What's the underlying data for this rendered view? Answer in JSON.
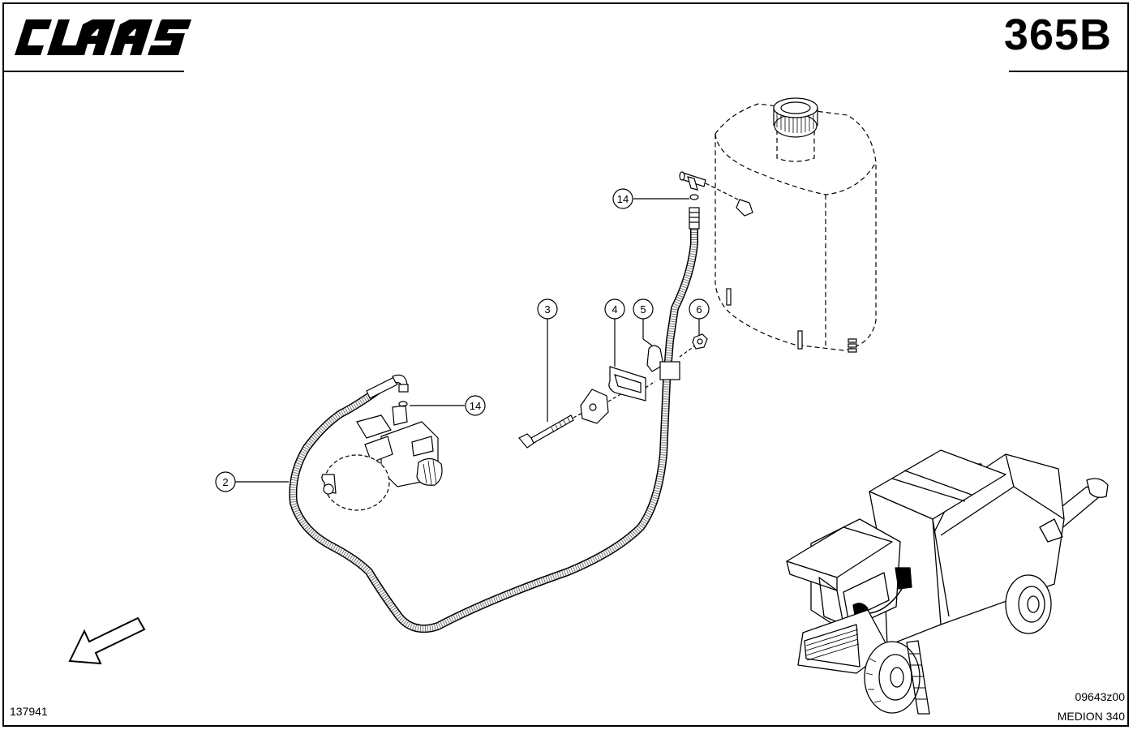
{
  "header": {
    "brand": "CLAAS",
    "brand_logo_icon": "claas-logo",
    "page_code": "365B"
  },
  "callouts": [
    {
      "id": "c2",
      "label": "2"
    },
    {
      "id": "c3",
      "label": "3"
    },
    {
      "id": "c4",
      "label": "4"
    },
    {
      "id": "c5",
      "label": "5"
    },
    {
      "id": "c6",
      "label": "6"
    },
    {
      "id": "c14a",
      "label": "14"
    },
    {
      "id": "c14b",
      "label": "14"
    }
  ],
  "footer": {
    "document_id": "137941",
    "reference_code": "09643z00",
    "model": "MEDION 340"
  },
  "icons": {
    "direction_arrow": "arrow-down-left-icon",
    "machine": "combine-harvester-illustration"
  },
  "colors": {
    "ink": "#000000",
    "paper": "#ffffff"
  }
}
